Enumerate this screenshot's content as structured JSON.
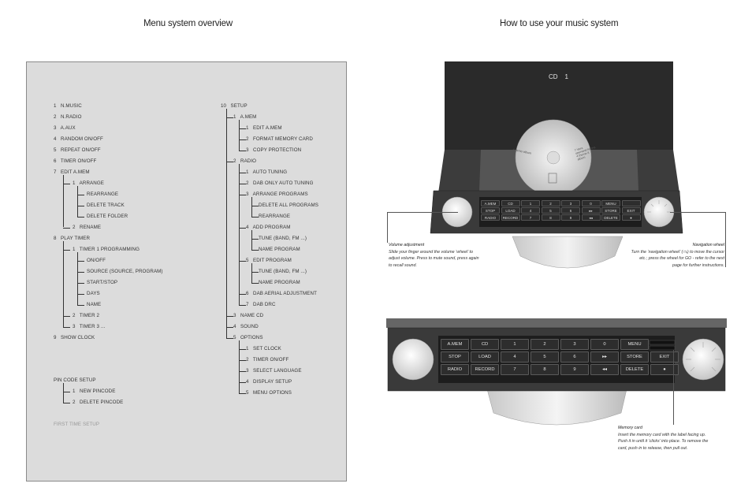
{
  "headings": {
    "menu_overview": "Menu system overview",
    "how_to_use": "How to use your music system"
  },
  "menu": {
    "col1": [
      {
        "text": "1   N.MUSIC"
      },
      {
        "text": "2   N.RADIO"
      },
      {
        "text": "3   A.AUX"
      },
      {
        "text": "4   RANDOM ON/OFF"
      },
      {
        "text": "5   REPEAT ON/OFF"
      },
      {
        "text": "6   TIMER ON/OFF"
      },
      {
        "text": "7   EDIT A.MEM"
      },
      {
        "text": "1   ARRANGE"
      },
      {
        "text": "REARRANGE"
      },
      {
        "text": "DELETE TRACK"
      },
      {
        "text": "DELETE FOLDER"
      },
      {
        "text": "2   RENAME"
      },
      {
        "text": "8   PLAY TIMER"
      },
      {
        "text": "1   TIMER 1 PROGRAMMING"
      },
      {
        "text": "ON/OFF"
      },
      {
        "text": "SOURCE (SOURCE, PROGRAM)"
      },
      {
        "text": "START/STOP"
      },
      {
        "text": "DAYS"
      },
      {
        "text": "NAME"
      },
      {
        "text": "2   TIMER 2"
      },
      {
        "text": "3   TIMER 3 ..."
      },
      {
        "text": "9   SHOW CLOCK"
      },
      {
        "text": "PIN CODE SETUP"
      },
      {
        "text": "1   NEW PINCODE"
      },
      {
        "text": "2   DELETE PINCODE"
      },
      {
        "text": "FIRST TIME SETUP"
      }
    ],
    "col2": [
      {
        "text": "10   SETUP"
      },
      {
        "text": "1   A.MEM"
      },
      {
        "text": "1   EDIT A.MEM"
      },
      {
        "text": "2   FORMAT MEMORY CARD"
      },
      {
        "text": "3   COPY PROTECTION"
      },
      {
        "text": "2   RADIO"
      },
      {
        "text": "1   AUTO TUNING"
      },
      {
        "text": "2   DAB ONLY AUTO TUNING"
      },
      {
        "text": "3   ARRANGE PROGRAMS"
      },
      {
        "text": "DELETE ALL PROGRAMS"
      },
      {
        "text": "REARRANGE"
      },
      {
        "text": "4   ADD PROGRAM"
      },
      {
        "text": "TUNE (BAND, FM ...)"
      },
      {
        "text": "NAME PROGRAM"
      },
      {
        "text": "5   EDIT PROGRAM"
      },
      {
        "text": "TUNE (BAND, FM ...)"
      },
      {
        "text": "NAME PROGRAM"
      },
      {
        "text": "6   DAB AERIAL ADJUSTMENT"
      },
      {
        "text": "7   DAB DRC"
      },
      {
        "text": "3   NAME CD"
      },
      {
        "text": "4   SOUND"
      },
      {
        "text": "5   OPTIONS"
      },
      {
        "text": "1   SET CLOCK"
      },
      {
        "text": "2   TIMER ON/OFF"
      },
      {
        "text": "3   SELECT LANGUAGE"
      },
      {
        "text": "4   DISPLAY SETUP"
      },
      {
        "text": "5   MENU OPTIONS"
      }
    ]
  },
  "device_top": {
    "display_text": "CD    1",
    "disc_text_left": "4 demo album",
    "disc_text_right": "7 Vera\nopenand henna\n4 theme it\nalbum",
    "keys_row1": [
      "A.MEM",
      "CD",
      "1",
      "2",
      "3",
      "0",
      "MENU",
      "",
      ""
    ],
    "keys_row2": [
      "STOP",
      "LOAD",
      "4",
      "5",
      "6",
      "▸▸",
      "STORE",
      "EXIT"
    ],
    "keys_row3": [
      "RADIO",
      "RECORD",
      "7",
      "8",
      "9",
      "◂◂",
      "DELETE",
      "●"
    ]
  },
  "device_bottom": {
    "keys_row1": [
      "A.MEM",
      "CD",
      "1",
      "2",
      "3",
      "0",
      "MENU"
    ],
    "keys_row2": [
      "STOP",
      "LOAD",
      "4",
      "5",
      "6",
      "▸▸",
      "STORE",
      "EXIT"
    ],
    "keys_row3": [
      "RADIO",
      "RECORD",
      "7",
      "8",
      "9",
      "◂◂",
      "DELETE",
      "●"
    ]
  },
  "captions": {
    "volume_title": "Volume adjustment",
    "volume_l1": "Slide your finger around the volume ‘wheel’ to",
    "volume_l2": "adjust volume. Press to mute sound, press again",
    "volume_l3": "to recall sound.",
    "nav_title": "Navigation wheel",
    "nav_l1": "Turn the ‘navigation wheel’ (⤼) to move the cursor",
    "nav_l2": "etc.; press the wheel for GO - refer to the next",
    "nav_l3": "page for further instructions.",
    "mem_title": "Memory card",
    "mem_l1": "Insert the memory card with the label facing up.",
    "mem_l2": "Push it in until it ‘clicks’ into place. To remove the",
    "mem_l3": "card, push in to release, then pull out."
  }
}
